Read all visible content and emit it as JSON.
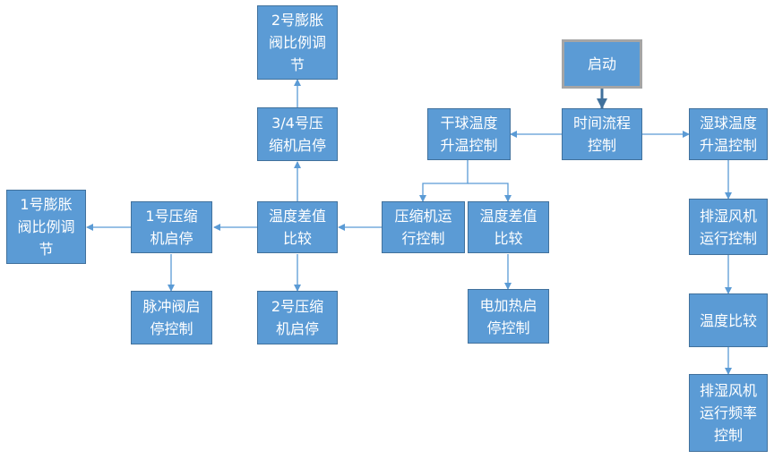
{
  "colors": {
    "box_fill": "#5b9bd5",
    "box_border": "#41719c",
    "arrow": "#5b9bd5",
    "start_border": "#a5a5a5",
    "text": "#ffffff"
  },
  "nodes": {
    "start": "启动",
    "process_control": "时间流程\n控制",
    "dry_bulb": "干球温度\n升温控制",
    "wet_bulb": "湿球温度\n升温控制",
    "compressor_run": "压缩机运\n行控制",
    "temp_diff_left": "温度差值\n比较",
    "temp_diff_right": "温度差值\n比较",
    "comp34": "3/4号压\n缩机启停",
    "valve2": "2号膨胀\n阀比例调\n节",
    "comp1": "1号压缩\n机启停",
    "valve1": "1号膨胀\n阀比例调\n节",
    "pulse_valve": "脉冲阀启\n停控制",
    "comp2": "2号压缩\n机启停",
    "heater": "电加热启\n停控制",
    "dehumid_fan": "排湿风机\n运行控制",
    "temp_compare": "温度比较",
    "fan_freq": "排湿风机\n运行频率\n控制"
  }
}
